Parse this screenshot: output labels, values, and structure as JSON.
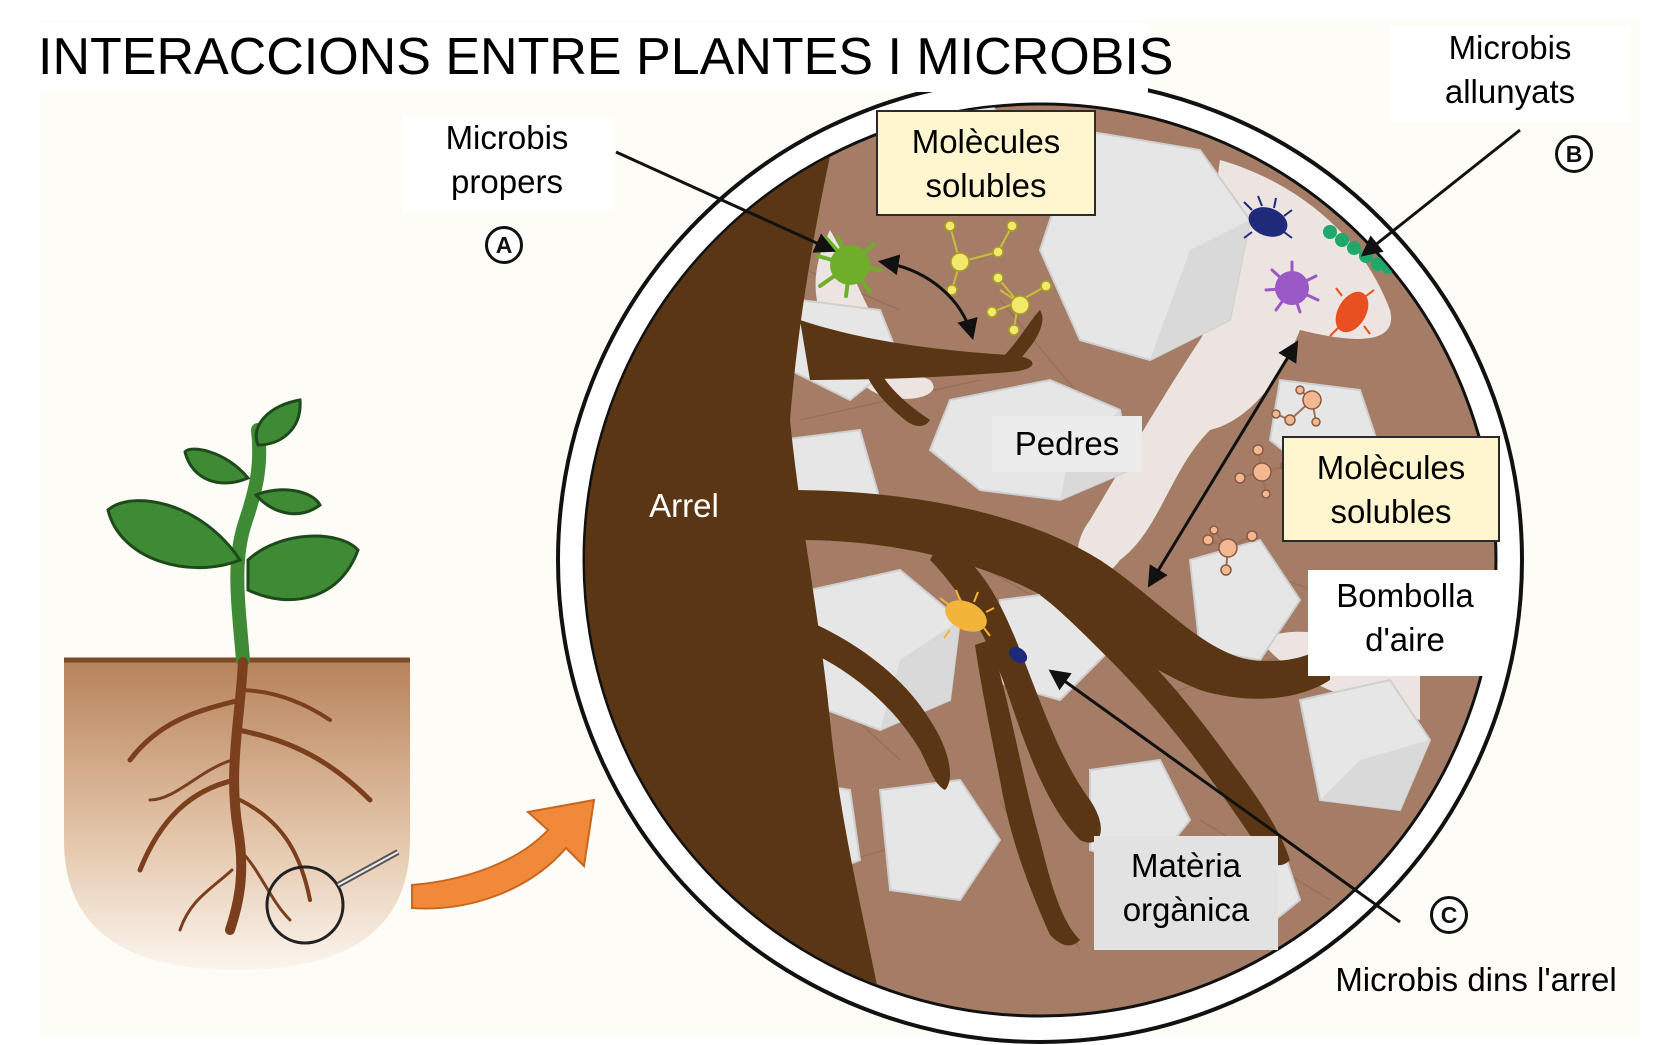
{
  "title": "INTERACCIONS ENTRE PLANTES I MICROBIS",
  "labels": {
    "microbis_propers": [
      "Microbis",
      "propers"
    ],
    "molecules_top": [
      "Molècules",
      "solubles"
    ],
    "microbis_allunyats": [
      "Microbis",
      "allunyats"
    ],
    "pedres": "Pedres",
    "arrel": "Arrel",
    "molecules_right": [
      "Molècules",
      "solubles"
    ],
    "bombolla": [
      "Bombolla",
      "d'aire"
    ],
    "materia": [
      "Matèria",
      "orgànica"
    ],
    "microbis_dins": "Microbis dins l'arrel"
  },
  "markers": {
    "a": "A",
    "b": "B",
    "c": "C"
  },
  "colors": {
    "soil": "#a57d66",
    "root": "#5b3615",
    "stone": "#e6e6e6",
    "leaf": "#3f8a35",
    "orange_arrow": "#f08a3a",
    "box_yellow": "#fff5cf",
    "microbe_green": "#6fae2a",
    "microbe_purple": "#9b59c7",
    "microbe_red": "#e8501f",
    "microbe_teal": "#1fa86a",
    "microbe_navy": "#1f2a7a",
    "microbe_yellow": "#f3b43a",
    "molecule_yellow": "#f2e96a",
    "molecule_peach": "#f3b891"
  }
}
